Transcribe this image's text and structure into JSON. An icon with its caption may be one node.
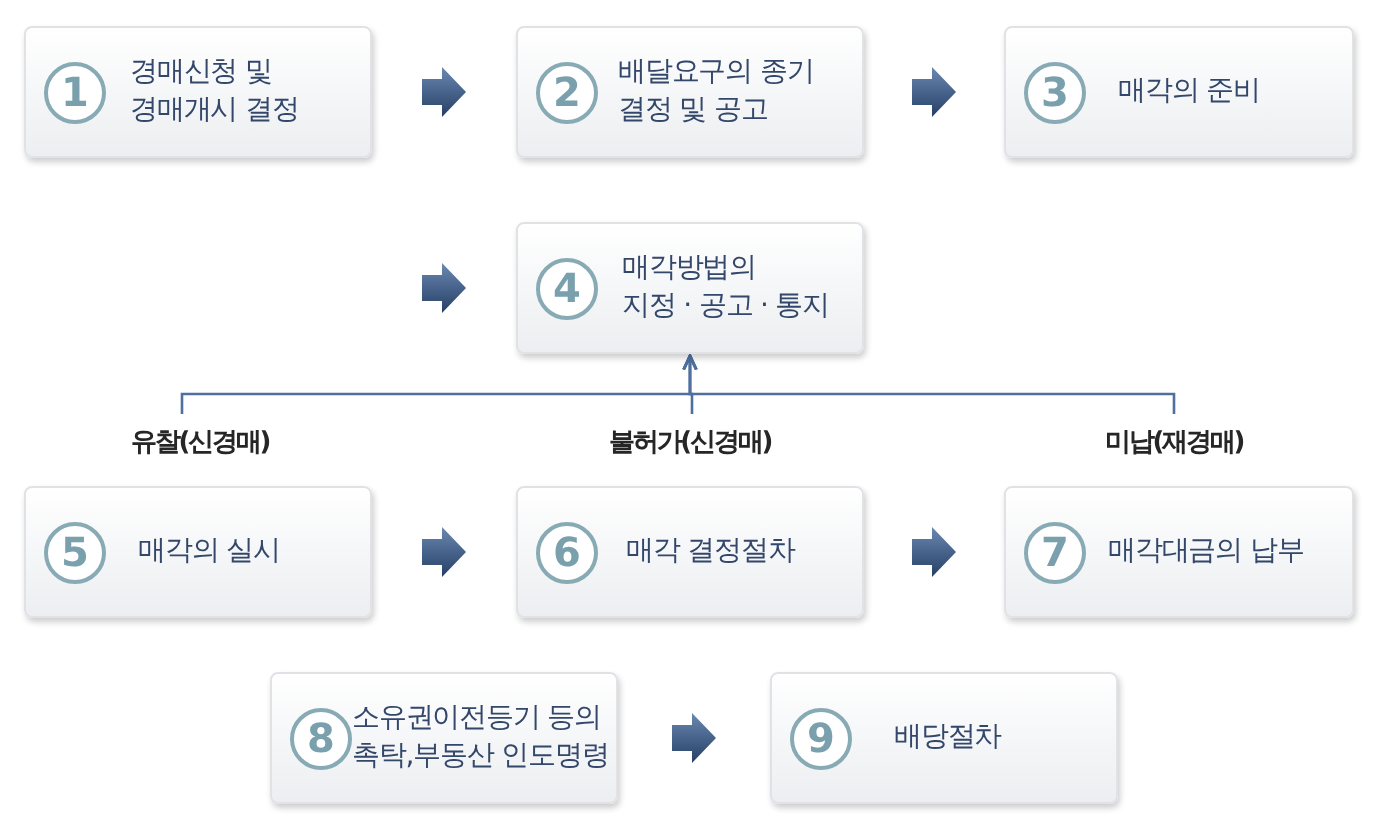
{
  "diagram": {
    "nodes": [
      {
        "text": [
          "1",
          "경매신청 및 경매개시 결정"
        ]
      },
      {
        "text": [
          "2",
          "배달요구의 종기 결정 및 공고"
        ]
      },
      {
        "text": [
          "3",
          "매각의 준비"
        ]
      },
      {
        "text": [
          "4",
          "매각방법의 지정 · 공고 · 통지"
        ]
      },
      {
        "text": [
          "유찰(신경매)"
        ]
      },
      {
        "text": [
          "불허가(신경매)"
        ]
      },
      {
        "text": [
          "미납(재경매)"
        ]
      },
      {
        "text": [
          "5",
          "매각의 실시"
        ]
      },
      {
        "text": [
          "6",
          "매각 결정절차"
        ]
      },
      {
        "text": [
          "7",
          "매각대금의 납부"
        ]
      },
      {
        "text": [
          "8",
          "소유권이전등기 등의 촉탁,부동산 인도명령"
        ]
      },
      {
        "text": [
          "9",
          "배당절차"
        ]
      }
    ],
    "edges": [
      {
        "from": 0,
        "to": 1,
        "arrow": "to"
      },
      {
        "from": 1,
        "to": 2,
        "arrow": "to"
      },
      {
        "from": null,
        "to": 3,
        "arrow": "to"
      },
      {
        "from": 4,
        "to": 3,
        "arrow": "to"
      },
      {
        "from": 5,
        "to": 3,
        "arrow": "to"
      },
      {
        "from": 6,
        "to": 3,
        "arrow": "to"
      },
      {
        "from": 7,
        "to": 8,
        "arrow": "to"
      },
      {
        "from": 8,
        "to": 9,
        "arrow": "to"
      },
      {
        "from": 10,
        "to": 11,
        "arrow": "to"
      }
    ]
  }
}
